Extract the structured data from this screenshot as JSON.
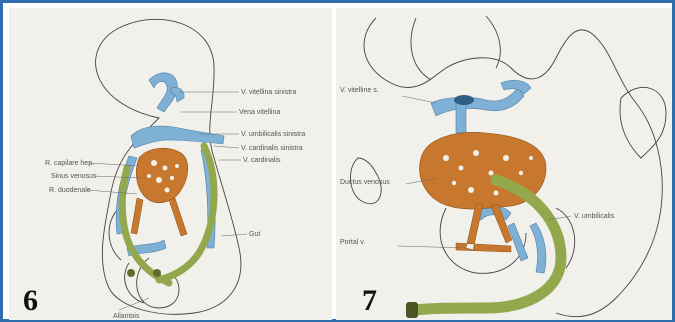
{
  "figure_6": {
    "number": "6",
    "labels": {
      "top_1": "V. vitellina sinistra",
      "top_2": "Vena vitellina",
      "right_1": "V. umbilicalis sinistra",
      "right_2": "V. cardinalis sinistra",
      "right_3": "V. cardinalis",
      "left_1": "R. capilare hep.",
      "left_2": "Sinus venosus",
      "left_3": "R. duodenale",
      "right_4": "Gut",
      "bottom": "Allantois"
    },
    "colors": {
      "vein": "#7fb1d6",
      "umbilical": "#93a84c",
      "liver": "#c8782e"
    }
  },
  "figure_7": {
    "number": "7",
    "labels": {
      "top_left": "V. vitelline s.",
      "ductus": "Ductus venosus",
      "portal": "Portal v.",
      "right": "V. umbilicalis"
    },
    "colors": {
      "vein": "#7fb1d6",
      "umbilical": "#93a84c",
      "liver": "#c8782e"
    }
  }
}
